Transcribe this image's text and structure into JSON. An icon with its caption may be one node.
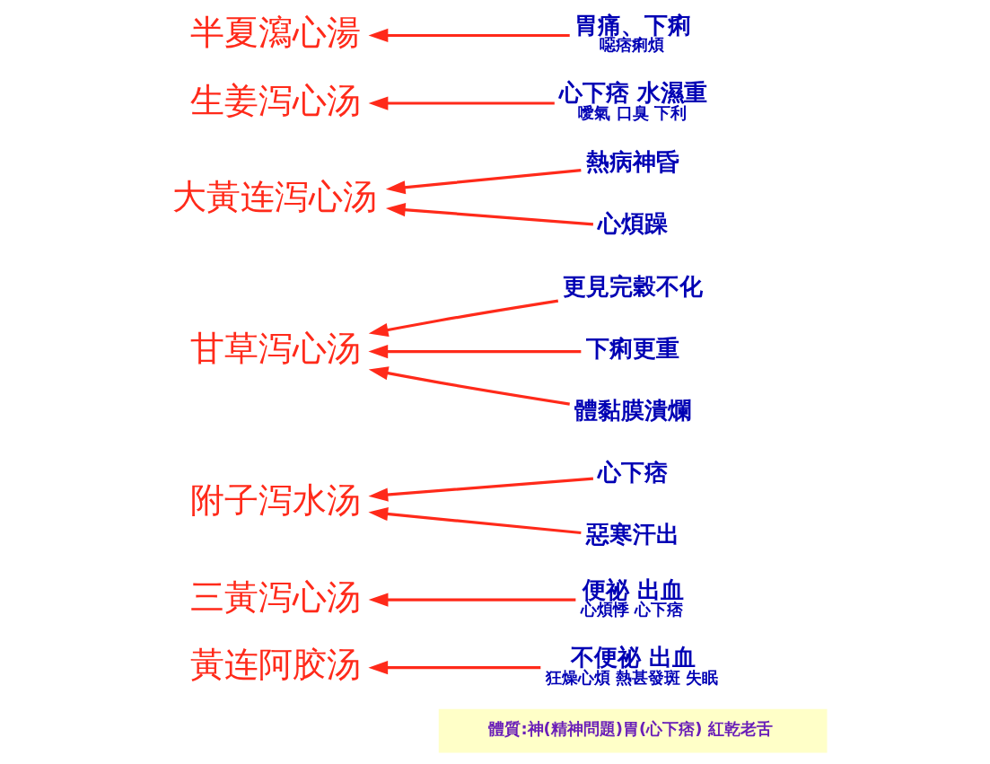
{
  "diagram": {
    "nodes": [
      {
        "text": [
          "體質:神(精神問題)胃(心下痞) 紅乾老舌"
        ]
      },
      {
        "text": [
          "黃连阿胶汤"
        ]
      },
      {
        "text": [
          "不便祕 出血",
          "狂燥心煩 熱甚發斑 失眠"
        ]
      },
      {
        "text": [
          "三黃泻心汤"
        ]
      },
      {
        "text": [
          "便祕 出血",
          "心煩悸 心下痞"
        ]
      },
      {
        "text": [
          "附子泻水汤"
        ]
      },
      {
        "text": [
          "心下痞"
        ]
      },
      {
        "text": [
          "惡寒汗出"
        ]
      },
      {
        "text": [
          "甘草泻心汤"
        ]
      },
      {
        "text": [
          "更見完穀不化"
        ]
      },
      {
        "text": [
          "下痢更重"
        ]
      },
      {
        "text": [
          "體黏膜潰爛"
        ]
      },
      {
        "text": [
          "大黃连泻心汤"
        ]
      },
      {
        "text": [
          "熱病神昏"
        ]
      },
      {
        "text": [
          "心煩躁"
        ]
      },
      {
        "text": [
          "生姜泻心汤"
        ]
      },
      {
        "text": [
          "心下痞 水濕重",
          "噯氣 口臭 下利"
        ]
      },
      {
        "text": [
          "胃痛、下痢",
          "噁痞痢煩"
        ]
      },
      {
        "text": [
          "半夏瀉心湯"
        ]
      }
    ],
    "edges": [
      {
        "from": 2,
        "to": 1,
        "arrow": "to"
      },
      {
        "from": 4,
        "to": 3,
        "arrow": "to"
      },
      {
        "from": 6,
        "to": 5,
        "arrow": "to"
      },
      {
        "from": 7,
        "to": 5,
        "arrow": "to"
      },
      {
        "from": 9,
        "to": 8,
        "arrow": "to"
      },
      {
        "from": 10,
        "to": 8,
        "arrow": "to"
      },
      {
        "from": 11,
        "to": 8,
        "arrow": "to"
      },
      {
        "from": 13,
        "to": 12,
        "arrow": "to"
      },
      {
        "from": 14,
        "to": 12,
        "arrow": "to"
      },
      {
        "from": 16,
        "to": 15,
        "arrow": "to"
      },
      {
        "from": 17,
        "to": 18,
        "arrow": "to"
      }
    ]
  }
}
